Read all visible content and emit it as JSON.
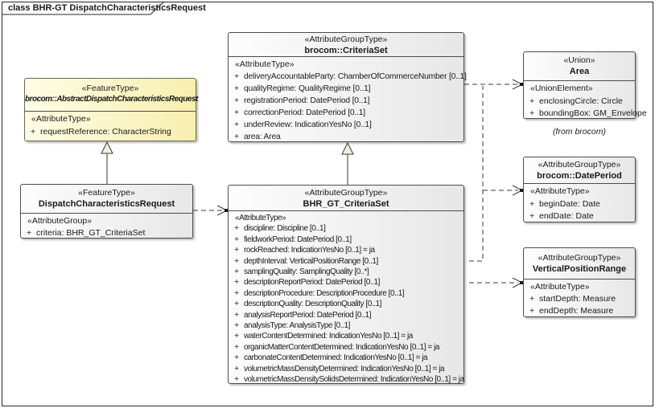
{
  "frame": {
    "title": "class BHR-GT DispatchCharacteristicsRequest"
  },
  "symbols": {
    "plus": "+"
  },
  "boxes": {
    "abstract": {
      "stereotype": "«FeatureType»",
      "name": "brocom::AbstractDispatchCharacteristicsRequest",
      "section_label": "«AttributeType»",
      "attributes": [
        "requestReference: CharacterString"
      ]
    },
    "dispatch": {
      "stereotype": "«FeatureType»",
      "name": "DispatchCharacteristicsRequest",
      "section_label": "«AttributeGroup»",
      "attributes": [
        "criteria: BHR_GT_CriteriaSet"
      ]
    },
    "criteriaset": {
      "stereotype": "«AttributeGroupType»",
      "name": "brocom::CriteriaSet",
      "section_label": "«AttributeType»",
      "attributes": [
        "deliveryAccountableParty: ChamberOfCommerceNumber [0..1]",
        "qualityRegime: QualityRegime [0..1]",
        "registrationPeriod: DatePeriod [0..1]",
        "correctionPeriod: DatePeriod [0..1]",
        "underReview: IndicationYesNo [0..1]",
        "area: Area"
      ]
    },
    "bhr_criteriaset": {
      "stereotype": "«AttributeGroupType»",
      "name": "BHR_GT_CriteriaSet",
      "section_label": "«AttributeType»",
      "attributes": [
        "discipline: Discipline [0..1]",
        "fieldworkPeriod: DatePeriod [0..1]",
        "rockReached: IndicationYesNo [0..1] = ja",
        "depthInterval: VerticalPositionRange [0..1]",
        "samplingQuality: SamplingQuality [0..*]",
        "descriptionReportPeriod: DatePeriod [0..1]",
        "descriptionProcedure: DescriptionProcedure [0..1]",
        "descriptionQuality: DescriptionQuality [0..1]",
        "analysisReportPeriod: DatePeriod [0..1]",
        "analysisType: AnalysisType [0..1]",
        "waterContentDetermined: IndicationYesNo [0..1] = ja",
        "organicMatterContentDetermined: IndicationYesNo [0..1] = ja",
        "carbonateContentDetermined: IndicationYesNo [0..1] = ja",
        "volumetricMassDensityDetermined: IndicationYesNo [0..1] = ja",
        "volumetricMassDensitySolidsDetermined: IndicationYesNo [0..1] = ja"
      ]
    },
    "area": {
      "stereotype": "«Union»",
      "name": "Area",
      "section_label": "«UnionElement»",
      "attributes": [
        "enclosingCircle: Circle",
        "boundingBox: GM_Envelope"
      ],
      "note": "(from brocom)"
    },
    "dateperiod": {
      "stereotype": "«AttributeGroupType»",
      "name": "brocom::DatePeriod",
      "section_label": "«AttributeType»",
      "attributes": [
        "beginDate: Date",
        "endDate: Date"
      ]
    },
    "vpr": {
      "stereotype": "«AttributeGroupType»",
      "name": "VerticalPositionRange",
      "section_label": "«AttributeType»",
      "attributes": [
        "startDepth: Measure",
        "endDepth: Measure"
      ]
    }
  }
}
